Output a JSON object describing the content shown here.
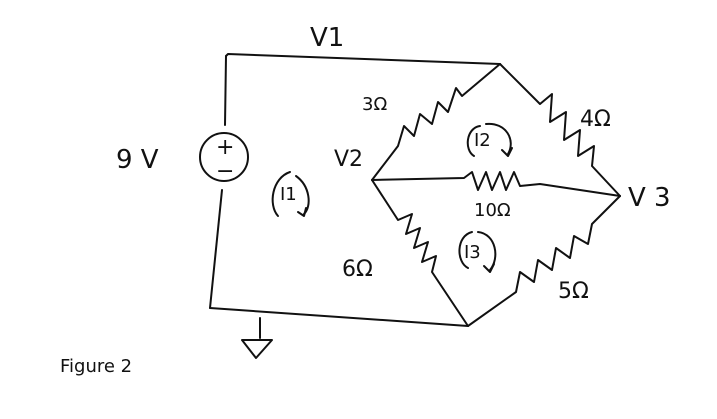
{
  "labels": {
    "v1": "V1",
    "v2": "V2",
    "v3": "V 3",
    "source": "9 V",
    "plus": "+",
    "minus": "−",
    "figure": "Figure 2"
  },
  "resistors": {
    "r3": "3Ω",
    "r4": "4Ω",
    "r10": "10Ω",
    "r6": "6Ω",
    "r5": "5Ω"
  },
  "currents": {
    "i1": "I1",
    "i2": "I2",
    "i3": "I3"
  }
}
